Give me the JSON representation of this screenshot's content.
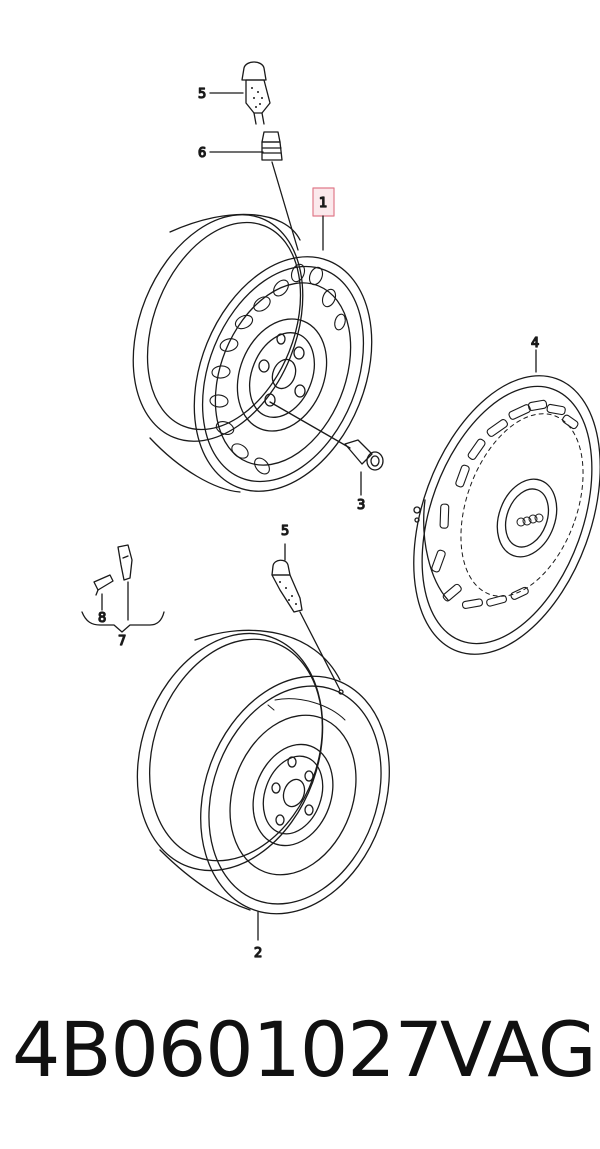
{
  "callouts": {
    "c1": "1",
    "c2": "2",
    "c3": "3",
    "c4": "4",
    "c5_top": "5",
    "c5_bottom": "5",
    "c6": "6",
    "c7": "7",
    "c8": "8"
  },
  "highlight_color": "#e07a8a",
  "highlight_fill": "#fbe9ec",
  "logo": "audi-rings-logo",
  "caption": {
    "part_number": "4B0601027",
    "brand": "VAG"
  }
}
